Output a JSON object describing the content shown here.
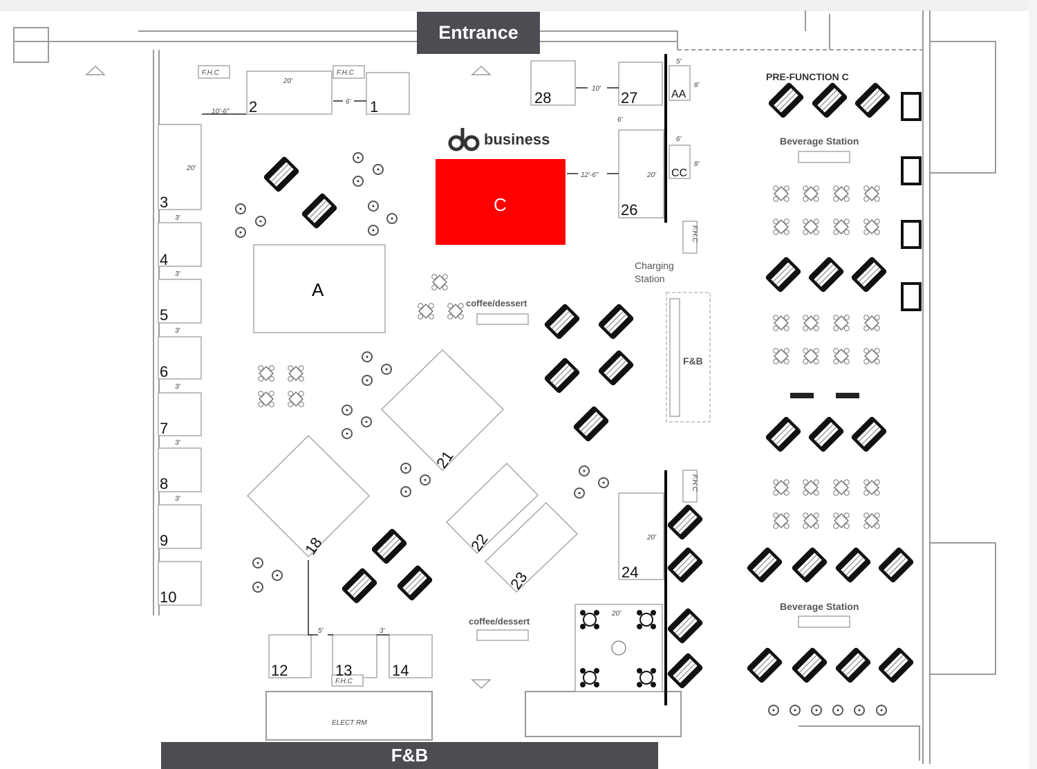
{
  "banners": {
    "entrance": "Entrance",
    "fb": "F&B"
  },
  "logo": {
    "text": "business"
  },
  "featured_booths": {
    "c": "C",
    "a": "A",
    "c_color": "#ff0000"
  },
  "booths": {
    "b1": "1",
    "b2": "2",
    "b3": "3",
    "b4": "4",
    "b5": "5",
    "b6": "6",
    "b7": "7",
    "b8": "8",
    "b9": "9",
    "b10": "10",
    "b12": "12",
    "b13": "13",
    "b14": "14",
    "b18": "18",
    "b21": "21",
    "b22": "22",
    "b23": "23",
    "b24": "24",
    "b26": "26",
    "b27": "27",
    "b28": "28",
    "aa": "AA",
    "cc": "CC"
  },
  "labels": {
    "pre_function": "PRE-FUNCTION C",
    "beverage_station": "Beverage Station",
    "coffee_dessert": "coffee/dessert",
    "charging_station_1": "Charging",
    "charging_station_2": "Station",
    "fb_area": "F&B",
    "fhc": "F.H.C",
    "elect": "ELECT RM"
  },
  "dimensions": {
    "d20": "20'",
    "d10": "10'",
    "d12_6": "12'-6\"",
    "d10_6": "10'-6\"",
    "d6": "6'",
    "d5": "5'",
    "d8": "8'",
    "d3": "3'"
  }
}
